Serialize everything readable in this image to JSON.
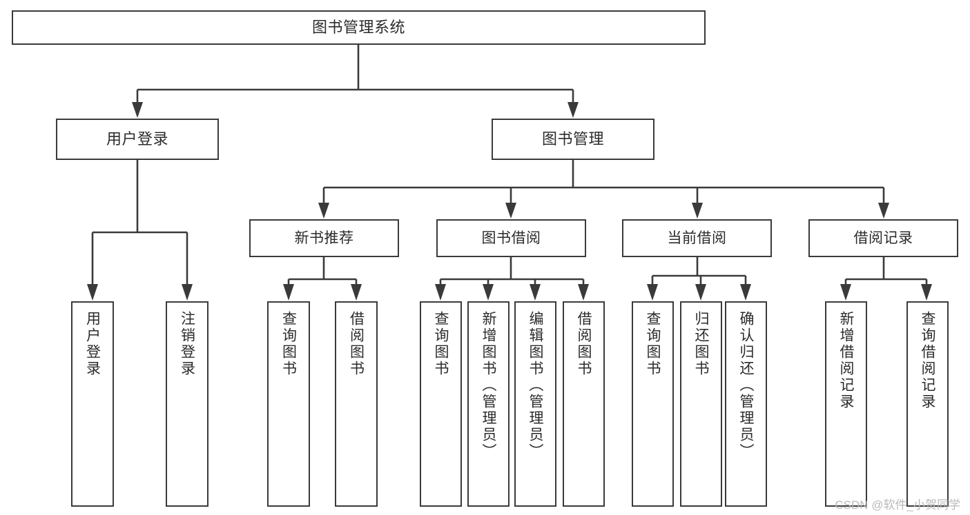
{
  "diagram": {
    "type": "tree-hierarchy",
    "title": "图书管理系统",
    "orientation": "top-down",
    "colors": {
      "stroke": "#3a3a3a",
      "box_fill": "#ffffff",
      "text": "#2b2b2b",
      "background": "#ffffff",
      "watermark": "#b9b9b9"
    }
  },
  "root": {
    "label": "图书管理系统"
  },
  "level2": [
    {
      "label": "用户登录"
    },
    {
      "label": "图书管理"
    }
  ],
  "level3": [
    {
      "label": "新书推荐"
    },
    {
      "label": "图书借阅"
    },
    {
      "label": "当前借阅"
    },
    {
      "label": "借阅记录"
    }
  ],
  "leaves": {
    "user_login": [
      {
        "label": "用户登录"
      },
      {
        "label": "注销登录"
      }
    ],
    "new_book_recommend": [
      {
        "label": "查询图书"
      },
      {
        "label": "借阅图书"
      }
    ],
    "book_borrow": [
      {
        "label": "查询图书"
      },
      {
        "label": "新增图书（管理员）"
      },
      {
        "label": "编辑图书（管理员）"
      },
      {
        "label": "借阅图书"
      }
    ],
    "current_borrow": [
      {
        "label": "查询图书"
      },
      {
        "label": "归还图书"
      },
      {
        "label": "确认归还（管理员）"
      }
    ],
    "borrow_records": [
      {
        "label": "新增借阅记录"
      },
      {
        "label": "查询借阅记录"
      }
    ]
  },
  "watermark": {
    "text": "CSDN @软件_小贺同学"
  }
}
